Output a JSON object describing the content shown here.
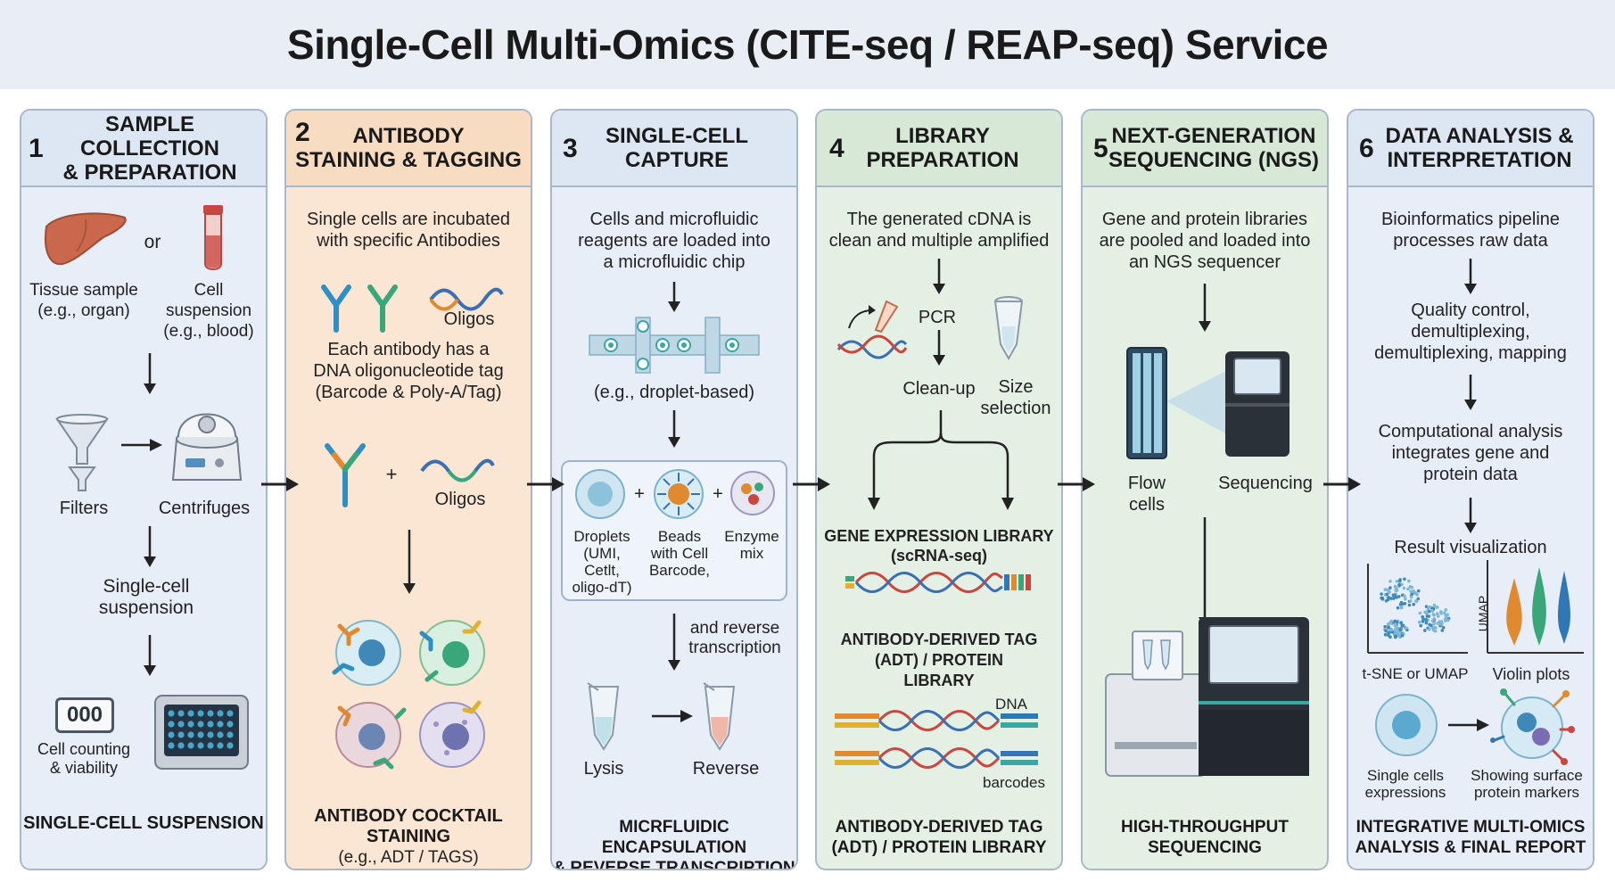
{
  "title": "Single-Cell Multi-Omics (CITE-seq / REAP-seq) Service",
  "colors": {
    "panel_blue": "#e7eef8",
    "panel_peach": "#fbe6d3",
    "panel_green": "#e4f0e3",
    "header_blue": "#dde7f3",
    "header_peach": "#f8dcc2",
    "header_green": "#d7e9d6",
    "border": "#a9b8c9",
    "accent_teal": "#3aa7a2",
    "accent_blue": "#2f77b5",
    "accent_orange": "#e0892f"
  },
  "panels": [
    {
      "number": "1",
      "header": "Sample Collection\n& Preparation",
      "or_label": "or",
      "tissue_label": "Tissue sample\n(e.g., organ)",
      "cell_label": "Cell\nsuspension\n(e.g., blood)",
      "filters_label": "Filters",
      "centrifuges_label": "Centrifuges",
      "suspension_label": "Single-cell\nsuspension",
      "counter_display": "000",
      "counting_label": "Cell counting\n& viability",
      "footer": "SINGLE-CELL SUSPENSION"
    },
    {
      "number": "2",
      "header": "Antibody\nStaining & Tagging",
      "intro": "Single cells are incubated\nwith specific Antibodies",
      "oligos_label_1": "Oligos",
      "desc": "Each antibody has a\nDNA oligonucleotide tag\n(Barcode & Poly-A/Tag)",
      "plus": "+",
      "oligos_label_2": "Oligos",
      "footer": "ANTIBODY COCKTAIL\nSTAINING",
      "footer_sub": "(e.g., ADT / TAGS)"
    },
    {
      "number": "3",
      "header": "Single-Cell\nCapture",
      "intro": "Cells and microfluidic\nreagents are loaded into\na microfluidic chip",
      "chip_label": "(e.g., droplet-based)",
      "droplets_label": "Droplets\n(UMI,\nCetlt,\noligo-dT)",
      "beads_label": "Beads\nwith Cell\nBarcode,",
      "enzyme_label": "Enzyme\nmix",
      "plus": "+",
      "rt_label": "and reverse\ntranscription",
      "lysis_label": "Lysis",
      "reverse_label": "Reverse",
      "footer": "MICRFLUIDIC ENCAPSULATION\n& REVERSE TRANSCRIPTION"
    },
    {
      "number": "4",
      "header": "Library\nPreparation",
      "intro": "The generated cDNA is\nclean and multiple amplified",
      "pcr_label": "PCR",
      "cleanup_label": "Clean-up",
      "size_label": "Size\nselection",
      "gex_label": "GENE EXPRESSION LIBRARY\n(scRNA-seq)",
      "adt_label": "ANTIBODY-DERIVED TAG\n(ADT) / PROTEIN\nLIBRARY",
      "dna_label": "DNA",
      "barcodes_label": "barcodes",
      "footer": "ANTIBODY-DERIVED TAG\n(ADT) / PROTEIN LIBRARY"
    },
    {
      "number": "5",
      "header": "Next-Generation\nSequencing (NGS)",
      "intro": "Gene and protein libraries\nare pooled and loaded into\nan NGS sequencer",
      "flow_label": "Flow\ncells",
      "seq_label": "Sequencing",
      "footer": "HIGH-THROUGHPUT\nSEQUENCING"
    },
    {
      "number": "6",
      "header": "Data Analysis &\nInterpretation",
      "intro": "Bioinformatics pipeline\nprocesses raw data",
      "qc_label": "Quality control,\ndemultiplexing,\ndemultiplexing, mapping",
      "comp_label": "Computational analysis\nintegrates gene and\nprotein data",
      "viz_label": "Result visualization",
      "umap_axis": "UMAP",
      "tsne_label": "t-SNE or UMAP",
      "violin_label": "Violin plots",
      "single_label": "Single cells\nexpressions",
      "surface_label": "Showing  surface\nprotein markers",
      "footer": "INTEGRATIVE MULTI-OMICS\nANALYSIS & FINAL REPORT"
    }
  ]
}
